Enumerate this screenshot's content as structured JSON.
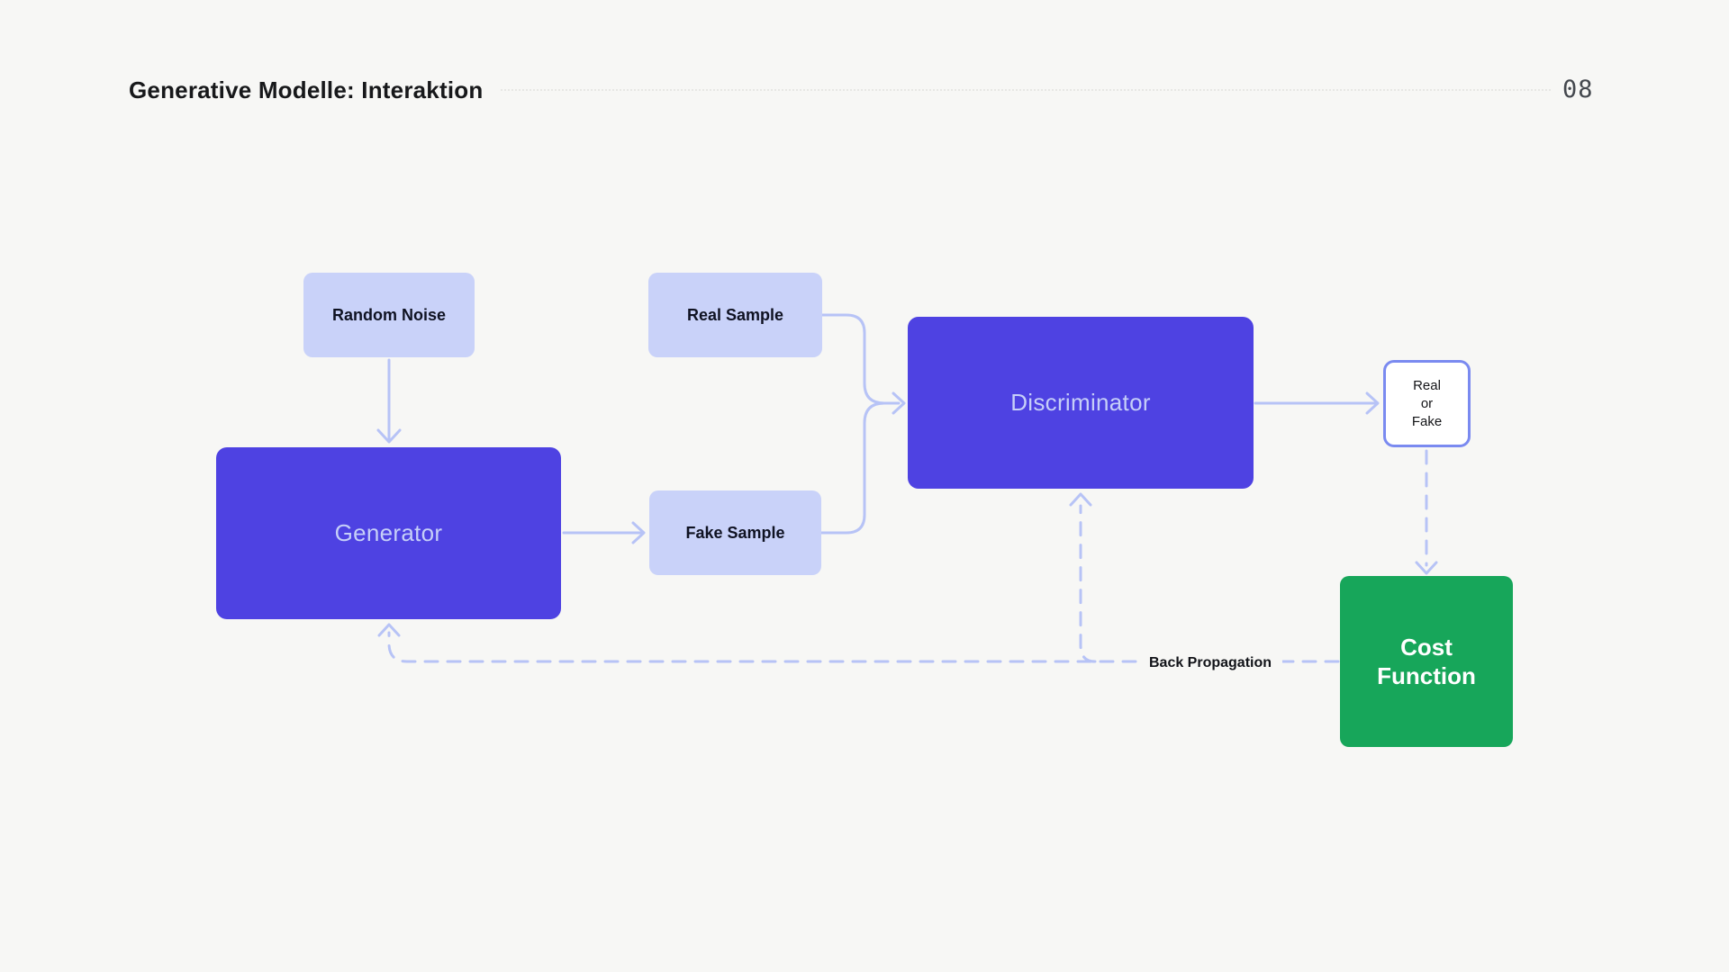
{
  "header": {
    "title": "Generative Modelle: Interaktion",
    "page_number": "08"
  },
  "nodes": {
    "random_noise": {
      "label": "Random Noise"
    },
    "real_sample": {
      "label": "Real Sample"
    },
    "generator": {
      "label": "Generator"
    },
    "fake_sample": {
      "label": "Fake Sample"
    },
    "discriminator": {
      "label": "Discriminator"
    },
    "real_or_fake": {
      "lines": [
        "Real",
        "or",
        "Fake"
      ]
    },
    "cost_function": {
      "lines": [
        "Cost",
        "Function"
      ]
    }
  },
  "labels": {
    "back_propagation": "Back Propagation"
  },
  "colors": {
    "background": "#f7f7f5",
    "indigo_box": "#4e42e2",
    "lavender_box": "#c9d2f9",
    "green_box": "#17a65a",
    "arrow": "#b7c3f6",
    "outline_box_border": "#7a8af0",
    "title_text": "#17181a",
    "page_number_text": "#44484e"
  }
}
